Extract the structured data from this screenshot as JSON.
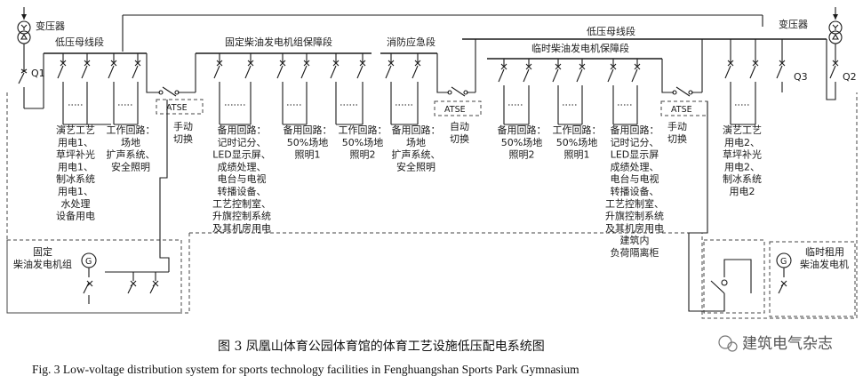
{
  "labels": {
    "transformer_left": "变压器",
    "transformer_right": "变压器",
    "bus_left": "低压母线段",
    "bus_right": "低压母线段",
    "fixed_gen_section": "固定柴油发电机组保障段",
    "fire_section": "消防应急段",
    "temp_gen_section": "临时柴油发电机保障段",
    "q1": "Q1",
    "q2": "Q2",
    "q3": "Q3",
    "atse": "ATSE",
    "manual_switch_1": [
      "手动",
      "切换"
    ],
    "auto_switch": [
      "自动",
      "切换"
    ],
    "manual_switch_2": [
      "手动",
      "切换"
    ],
    "fixed_gen": [
      "固定",
      "柴油发电机组"
    ],
    "temp_gen": [
      "临时租用",
      "柴油发电机"
    ],
    "gen_symbol": "G"
  },
  "loads": [
    [
      "演艺工艺",
      "用电1、",
      "草坪补光",
      "用电1、",
      "制冰系统",
      "用电1、",
      "水处理",
      "设备用电"
    ],
    [
      "工作回路：",
      "场地",
      "扩声系统、",
      "安全照明"
    ],
    [
      "备用回路：",
      "记时记分、",
      "LED显示屏、",
      "成绩处理、",
      "电台与电视",
      "转播设备、",
      "工艺控制室、",
      "升旗控制系统",
      "及其机房用电"
    ],
    [
      "备用回路：",
      "50%场地",
      "照明1"
    ],
    [
      "工作回路：",
      "50%场地",
      "照明2"
    ],
    [
      "备用回路：",
      "场地",
      "扩声系统、",
      "安全照明"
    ],
    [
      "备用回路：",
      "50%场地",
      "照明2"
    ],
    [
      "工作回路：",
      "50%场地",
      "照明1"
    ],
    [
      "备用回路：",
      "记时记分、",
      "LED显示屏",
      "成绩处理、",
      "电台与电视",
      "转播设备、",
      "工艺控制室、",
      "升旗控制系统",
      "及其机房用电",
      "建筑内",
      "负荷隔离柜"
    ],
    [
      "演艺工艺",
      "用电2、",
      "草坪补光",
      "用电2、",
      "制冰系统",
      "用电2"
    ]
  ],
  "caption": {
    "zh": "图 3   凤凰山体育公园体育馆的体育工艺设施低压配电系统图",
    "en": "Fig. 3   Low-voltage distribution system for sports technology facilities in Fenghuangshan Sports Park Gymnasium"
  },
  "watermark": "建筑电气杂志",
  "colors": {
    "line": "#1a1a1a",
    "dash": "#444444",
    "background": "#ffffff"
  }
}
